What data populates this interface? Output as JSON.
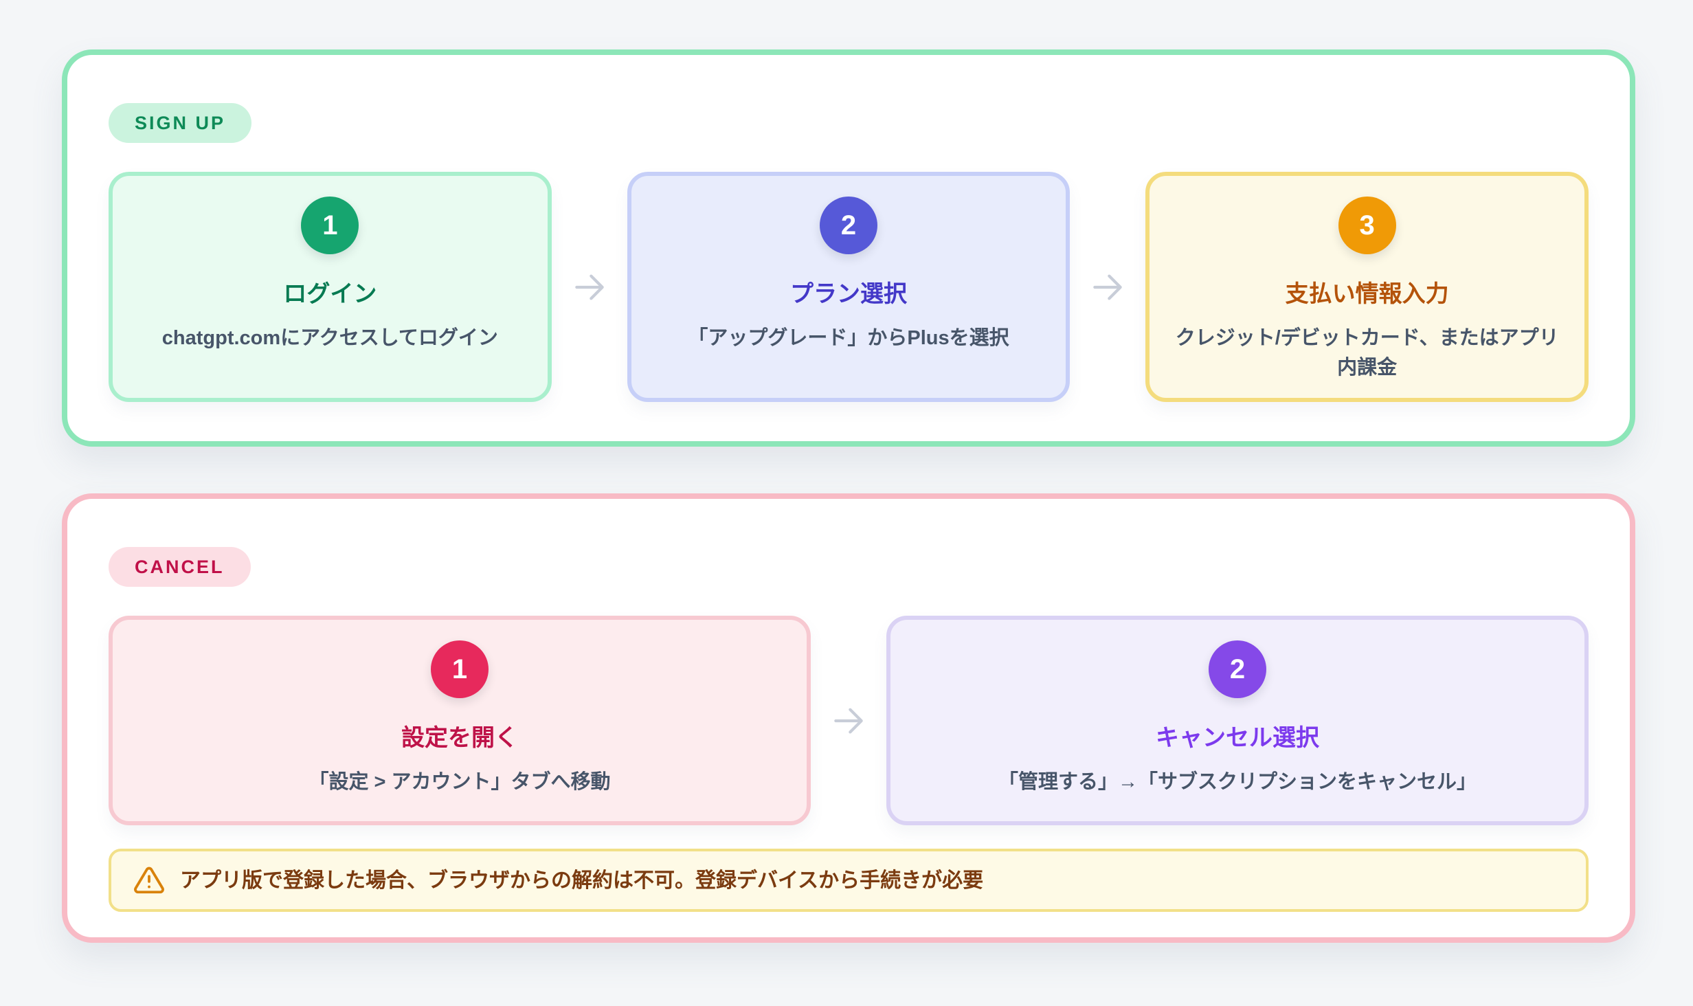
{
  "page": {
    "background": "#f4f6f8"
  },
  "signup": {
    "badge": {
      "label": "SIGN UP",
      "bg": "#cbf3de",
      "color": "#0e8a57"
    },
    "border": "#8ce6b8",
    "steps": [
      {
        "number": "1",
        "title": "ログイン",
        "description": "chatgpt.comにアクセスしてログイン",
        "card_bg": "#e9fbf1",
        "card_border": "#a9efcd",
        "circle": "#16a56f",
        "title_color": "#067a52"
      },
      {
        "number": "2",
        "title": "プラン選択",
        "description": "「アップグレード」からPlusを選択",
        "card_bg": "#e8ecfc",
        "card_border": "#c6cff8",
        "circle": "#5659d8",
        "title_color": "#4338c8"
      },
      {
        "number": "3",
        "title": "支払い情報入力",
        "description": "クレジット/デビットカード、またはアプリ内課金",
        "card_bg": "#fdf9e6",
        "card_border": "#f4dc7d",
        "circle": "#f09a06",
        "title_color": "#b4530a"
      }
    ]
  },
  "cancel": {
    "badge": {
      "label": "CANCEL",
      "bg": "#fcdee4",
      "color": "#c01048"
    },
    "border": "#f8bac5",
    "steps": [
      {
        "number": "1",
        "title": "設定を開く",
        "description": "「設定 > アカウント」タブへ移動",
        "card_bg": "#fdecee",
        "card_border": "#f7c9d1",
        "circle": "#e7295c",
        "title_color": "#be1248"
      },
      {
        "number": "2",
        "title": "キャンセル選択",
        "description": "「管理する」→「サブスクリプションをキャンセル」",
        "card_bg": "#f2effc",
        "card_border": "#dad2f4",
        "circle": "#8549e8",
        "title_color": "#7c3aed"
      }
    ],
    "warning": {
      "text": "アプリ版で登録した場合、ブラウザからの解約は不可。登録デバイスから手続きが必要",
      "bg": "#fefae6",
      "border": "#f2e089",
      "color": "#7b3b10",
      "icon_color": "#d9820b"
    }
  },
  "misc": {
    "arrow_color": "#c8cdd8",
    "description_color": "#475569"
  }
}
